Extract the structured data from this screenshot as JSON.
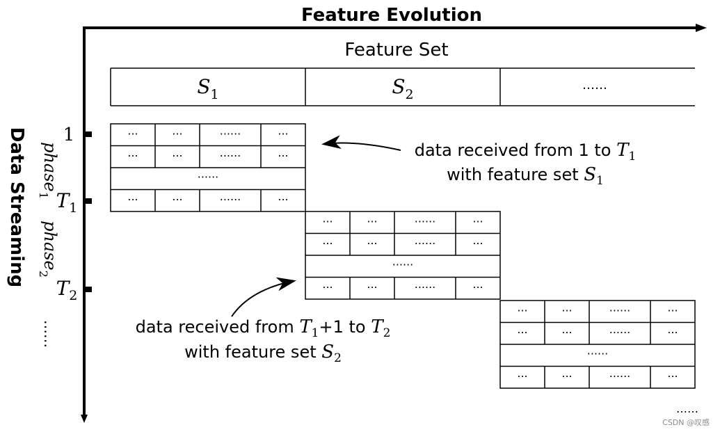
{
  "axes": {
    "horizontal_title": "Feature Evolution",
    "vertical_title": "Data Streaming"
  },
  "feature_set": {
    "title": "Feature Set",
    "headers": [
      {
        "letter": "S",
        "sub": "1"
      },
      {
        "letter": "S",
        "sub": "2"
      },
      {
        "text": "……"
      }
    ]
  },
  "ticks": {
    "start": "1",
    "t1": {
      "letter": "T",
      "sub": "1"
    },
    "t2": {
      "letter": "T",
      "sub": "2"
    },
    "more": "……"
  },
  "phases": [
    {
      "word": "phase",
      "sub": "1"
    },
    {
      "word": "phase",
      "sub": "2"
    }
  ],
  "cells": {
    "dot": "···",
    "wide": "······",
    "row": "······",
    "tail": "……"
  },
  "annotations": {
    "first": {
      "line1_prefix": "data received from 1 to ",
      "line1_letter": "T",
      "line1_sub": "1",
      "line2_prefix": "with feature set ",
      "line2_letter": "S",
      "line2_sub": "1"
    },
    "second": {
      "line1_prefix": "data received from ",
      "line1_letter_a": "T",
      "line1_sub_a": "1",
      "line1_mid": "+1 to ",
      "line1_letter_b": "T",
      "line1_sub_b": "2",
      "line2_prefix": "with feature set ",
      "line2_letter": "S",
      "line2_sub": "2"
    }
  },
  "watermark": "CSDN @叹感"
}
